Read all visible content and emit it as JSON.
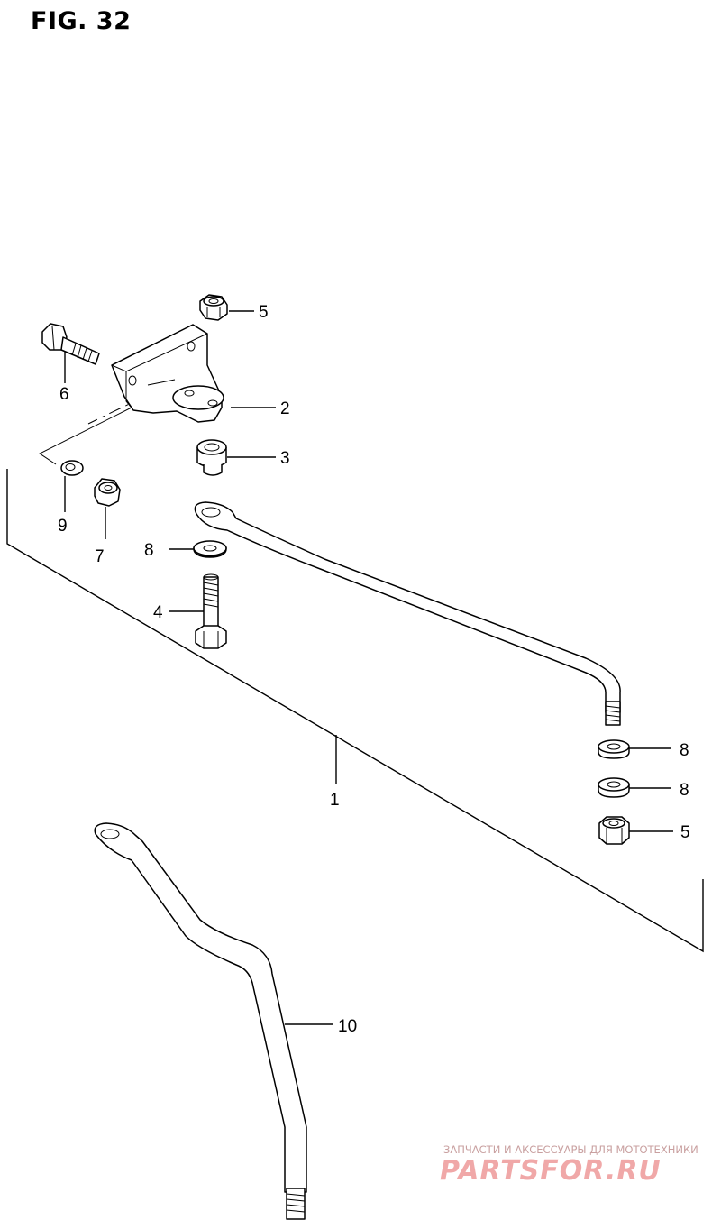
{
  "figure": {
    "title": "FIG. 32"
  },
  "callouts": {
    "c1": "1",
    "c2": "2",
    "c3": "3",
    "c4": "4",
    "c5a": "5",
    "c5b": "5",
    "c6": "6",
    "c7": "7",
    "c8a": "8",
    "c8b": "8",
    "c8c": "8",
    "c9": "9",
    "c10": "10"
  },
  "watermark": {
    "tagline": "ЗАПЧАСТИ И АКСЕССУАРЫ ДЛЯ МОТОТЕХНИКИ",
    "logo": "PARTSFOR.RU"
  }
}
